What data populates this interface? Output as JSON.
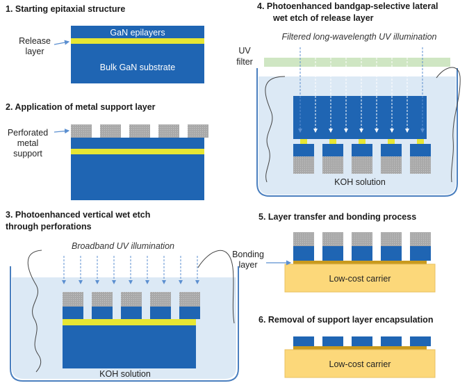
{
  "colors": {
    "gan_blue": "#1f65b3",
    "release_yellow": "#e7e633",
    "metal_gray": "#a6a6a6",
    "solution": "#dce9f5",
    "tank_outline": "#4a7fbf",
    "uv_filter": "#cfe6c3",
    "carrier": "#fcd87a",
    "bonding": "#c99a1e",
    "arrow": "#5b8fd0"
  },
  "steps": {
    "s1": {
      "title": "1. Starting epitaxial structure"
    },
    "s2": {
      "title": "2. Application of metal support layer"
    },
    "s3": {
      "title_line1": "3. Photoenhanced vertical wet etch",
      "title_line2": "through perforations"
    },
    "s4": {
      "title_line1": "4. Photoenhanced bandgap-selective lateral",
      "title_line2": "wet etch of release layer"
    },
    "s5": {
      "title": "5. Layer transfer and bonding process"
    },
    "s6": {
      "title": "6. Removal of support layer encapsulation"
    }
  },
  "labels": {
    "release_layer_1": "Release",
    "release_layer_2": "layer",
    "gan_epilayers": "GaN epilayers",
    "bulk_gan": "Bulk GaN substrate",
    "perforated_1": "Perforated",
    "perforated_2": "metal",
    "perforated_3": "support",
    "broadband_uv": "Broadband UV illumination",
    "koh_solution_3": "KOH solution",
    "filtered_uv": "Filtered long-wavelength UV illumination",
    "uv_filter_1": "UV",
    "uv_filter_2": "filter",
    "koh_solution_4": "KOH solution",
    "bonding_layer_1": "Bonding",
    "bonding_layer_2": "layer",
    "low_cost_carrier_5": "Low-cost carrier",
    "low_cost_carrier_6": "Low-cost carrier"
  }
}
